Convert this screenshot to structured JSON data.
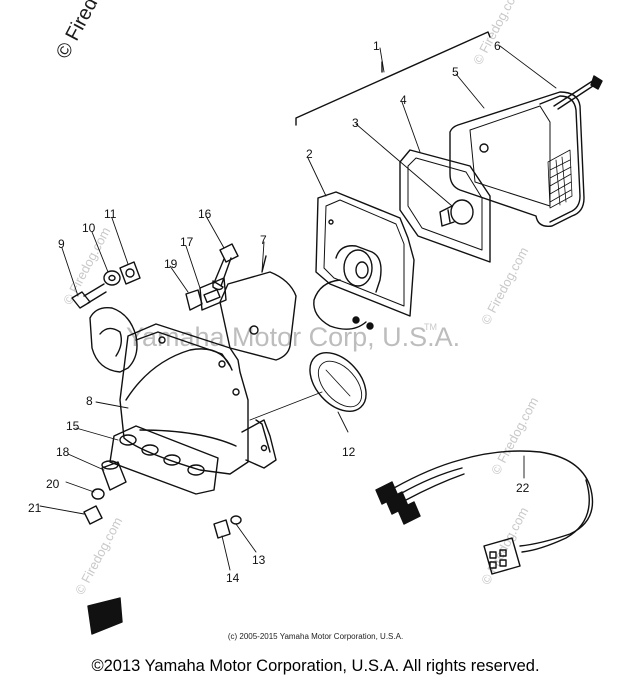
{
  "watermark": {
    "site": "© Firedog.com",
    "center": "Yamaha Motor Corp, U.S.A.",
    "tm": "TM"
  },
  "callouts": [
    "1",
    "2",
    "3",
    "4",
    "5",
    "6",
    "7",
    "8",
    "9",
    "10",
    "11",
    "12",
    "13",
    "14",
    "15",
    "16",
    "17",
    "18",
    "19",
    "20",
    "21",
    "22"
  ],
  "footer": {
    "small_copyright": "(c) 2005-2015 Yamaha Motor Corporation, U.S.A.",
    "main_copyright": "©2013 Yamaha Motor Corporation, U.S.A. All rights reserved."
  }
}
